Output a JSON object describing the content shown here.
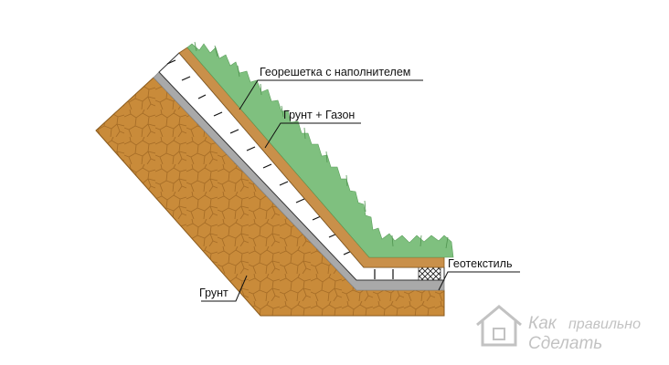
{
  "labels": {
    "geogrid": "Георешетка с наполнителем",
    "soil_lawn": "Грунт + Газон",
    "geotextile": "Геотекстиль",
    "soil": "Грунт"
  },
  "watermark": {
    "line1": "Как",
    "line2": "правильно",
    "line3": "Сделать"
  },
  "colors": {
    "soil": "#c98b3a",
    "soil_crack": "#9a6320",
    "topsoil": "#c9904a",
    "grass": "#7fc07f",
    "geotextile": "#a9a9a9",
    "geogrid_cell": "#ffffff",
    "watermark": "#bcbcbc"
  }
}
